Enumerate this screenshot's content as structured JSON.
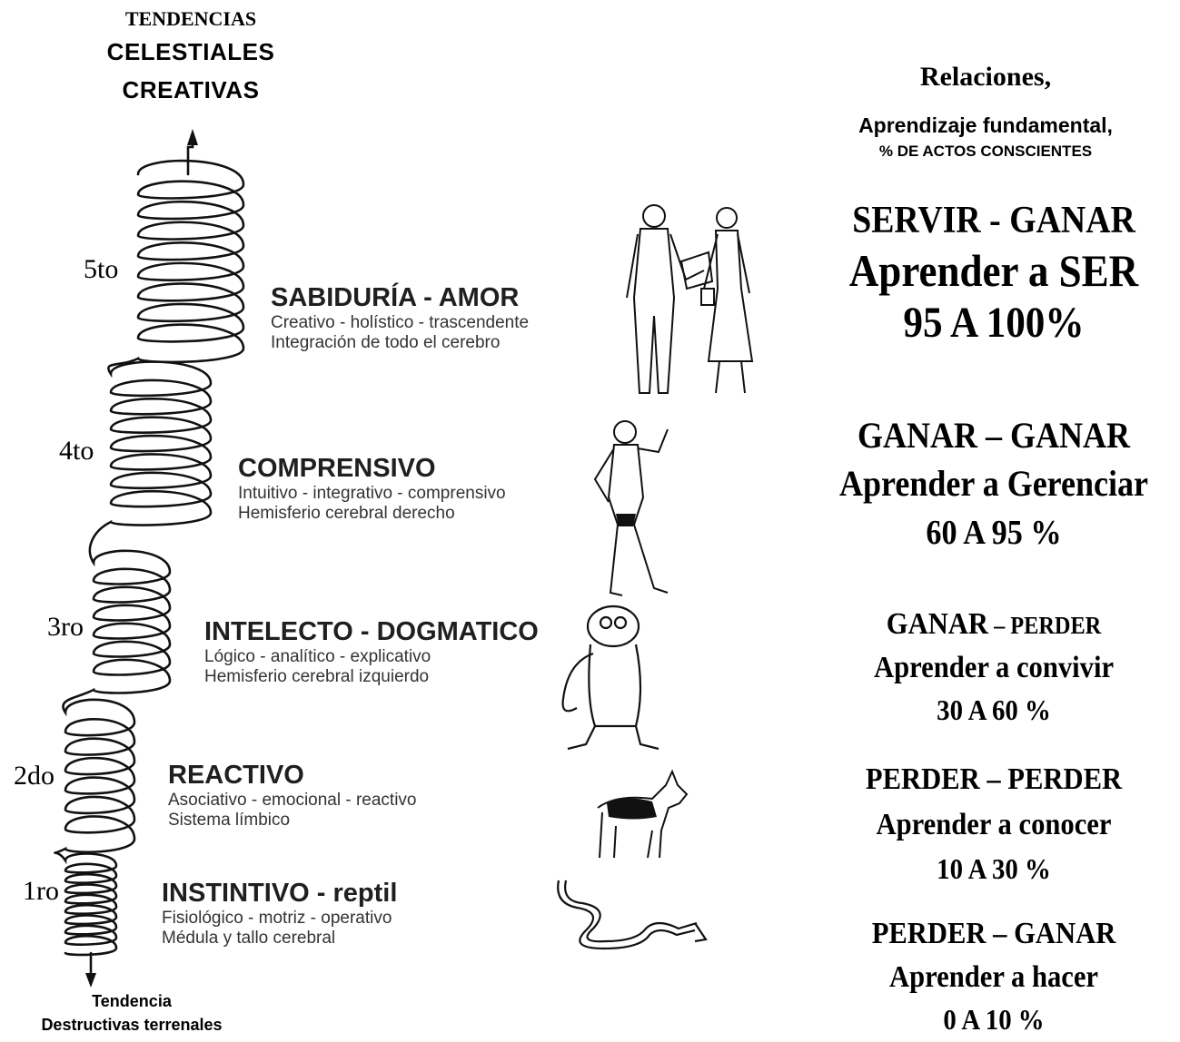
{
  "top_title": {
    "line1": "TENDENCIAS",
    "line2": "CELESTIALES",
    "line3": "CREATIVAS"
  },
  "bottom_title": {
    "line1": "Tendencia",
    "line2": "Destructivas terrenales"
  },
  "right_header": {
    "line1": "Relaciones,",
    "line2": "Aprendizaje fundamental,",
    "line3": "% DE ACTOS CONSCIENTES"
  },
  "levels": [
    {
      "label": "5to",
      "title": "SABIDURÍA - AMOR",
      "line1": "Creativo - holístico - trascendente",
      "line2": "Integración de todo el cerebro",
      "illustration": "couple-figure"
    },
    {
      "label": "4to",
      "title": "COMPRENSIVO",
      "line1": "Intuitivo - integrativo - comprensivo",
      "line2": "Hemisferio cerebral derecho",
      "illustration": "man-figure"
    },
    {
      "label": "3ro",
      "title": "INTELECTO - DOGMATICO",
      "line1": "Lógico - analítico - explicativo",
      "line2": "Hemisferio cerebral izquierdo",
      "illustration": "monkey-figure"
    },
    {
      "label": "2do",
      "title": "REACTIVO",
      "line1": "Asociativo - emocional - reactivo",
      "line2": "Sistema límbico",
      "illustration": "dog-figure"
    },
    {
      "label": "1ro",
      "title": "INSTINTIVO - reptil",
      "line1": "Fisiológico - motriz - operativo",
      "line2": "Médula y tallo cerebral",
      "illustration": "snake-figure"
    }
  ],
  "relations": [
    {
      "line1": "SERVIR - GANAR",
      "line2": "Aprender a SER",
      "line3": "95 A 100%"
    },
    {
      "line1": "GANAR – GANAR",
      "line2": "Aprender a Gerenciar",
      "line3": "60 A 95 %"
    },
    {
      "line1_a": "GANAR",
      "line1_b": " – PERDER",
      "line2": "Aprender a convivir",
      "line3": "30 A 60 %"
    },
    {
      "line1": "PERDER – PERDER",
      "line2": "Aprender a conocer",
      "line3": "10 A 30 %"
    },
    {
      "line1": "PERDER – GANAR",
      "line2": "Aprender a hacer",
      "line3": "0 A 10 %"
    }
  ]
}
